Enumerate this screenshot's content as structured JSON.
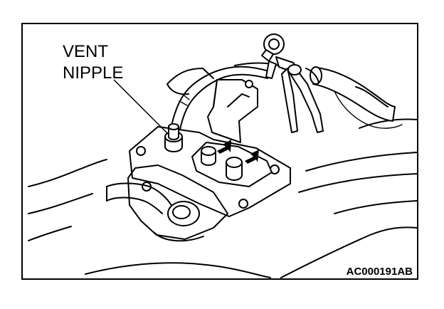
{
  "callout": {
    "line1": "VENT",
    "line2": "NIPPLE"
  },
  "figure_code": "AC000191AB",
  "colors": {
    "ink": "#000000",
    "paper": "#ffffff"
  }
}
